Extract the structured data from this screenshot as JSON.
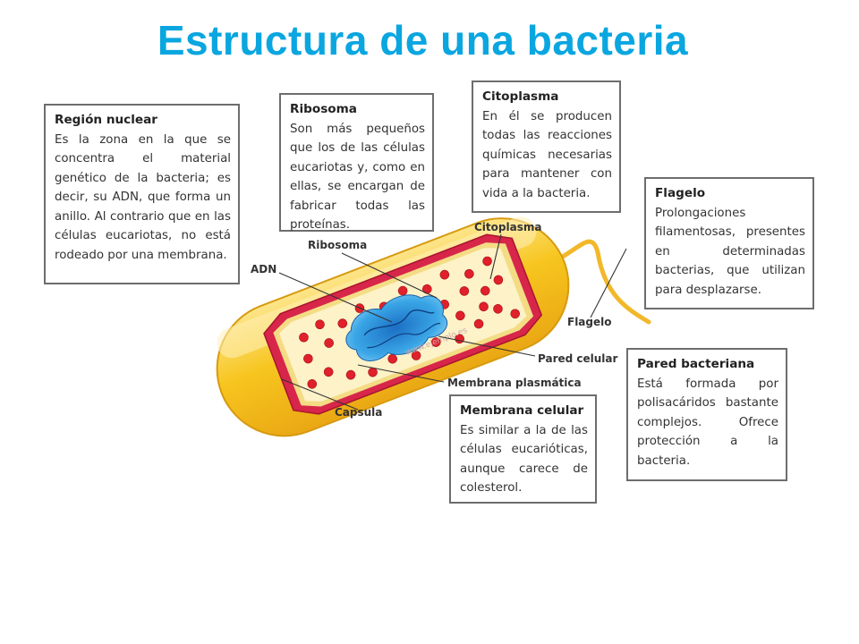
{
  "title": "Estructura de una bacteria",
  "boxes": {
    "region_nuclear": {
      "heading": "Región nuclear",
      "text": "Es la zona en la que se concentra el material genético de la bacteria; es decir, su ADN, que forma un anillo. Al contrario que en las células eucariotas, no está rodeado por una membrana."
    },
    "ribosoma": {
      "heading": "Ribosoma",
      "text": "Son más pequeños que los de las células eucariotas y, como en ellas, se encargan de fabricar todas las proteínas."
    },
    "citoplasma": {
      "heading": "Citoplasma",
      "text": "En él se producen todas las reacciones químicas necesarias para mantener con vida a la bacteria."
    },
    "flagelo": {
      "heading": "Flagelo",
      "text": "Prolongaciones filamentosas, presentes en determinadas bacterias, que utilizan para desplazarse."
    },
    "pared_bacteriana": {
      "heading": "Pared bacteriana",
      "text": "Está formada por polisacáridos bastante complejos. Ofrece protección a la bacteria."
    },
    "membrana_celular": {
      "heading": "Membrana celular",
      "text": " Es similar a la de las células eucarióticas, aunque carece de colesterol."
    }
  },
  "labels": {
    "ribosoma": "Ribosoma",
    "citoplasma": "Citoplasma",
    "adn": "ADN",
    "flagelo": "Flagelo",
    "pared_celular": "Pared celular",
    "membrana_plasmatica": "Membrana plasmática",
    "capsula": "Capsula"
  },
  "colors": {
    "title": "#0aa6e0",
    "capsule": "#f7c51e",
    "wall": "#d7264a",
    "cytoplasm": "#fdf2c8",
    "ribosome": "#e0202a",
    "dna": "#3aa6e6"
  }
}
